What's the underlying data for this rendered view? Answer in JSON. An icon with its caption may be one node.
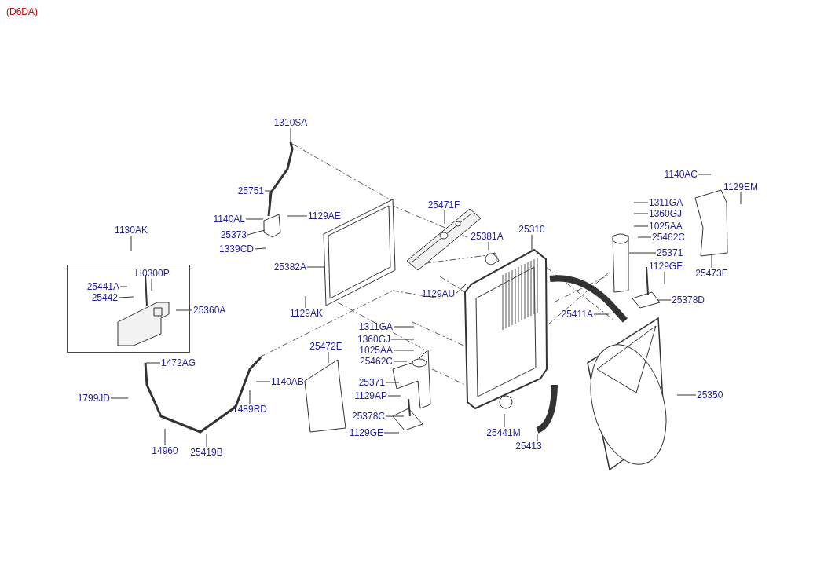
{
  "diagram": {
    "nodes": [
      {
        "text": [
          "1310SA"
        ]
      },
      {
        "text": [
          "1140AC"
        ]
      },
      {
        "text": [
          "25751"
        ]
      },
      {
        "text": [
          "1129EM"
        ]
      },
      {
        "text": [
          "1311GA"
        ]
      },
      {
        "text": [
          "25471F"
        ]
      },
      {
        "text": [
          "1360GJ"
        ]
      },
      {
        "text": [
          "1140AL"
        ]
      },
      {
        "text": [
          "1129AE"
        ]
      },
      {
        "text": [
          "1025AA"
        ]
      },
      {
        "text": [
          "1130AK"
        ]
      },
      {
        "text": [
          "25373"
        ]
      },
      {
        "text": [
          "25310"
        ]
      },
      {
        "text": [
          "25381A"
        ]
      },
      {
        "text": [
          "25462C"
        ]
      },
      {
        "text": [
          "1339CD"
        ]
      },
      {
        "text": [
          "25371"
        ]
      },
      {
        "text": [
          "25382A"
        ]
      },
      {
        "text": [
          "1129GE"
        ]
      },
      {
        "text": [
          "25473E"
        ]
      },
      {
        "text": [],
        "shape": "box"
      },
      {
        "text": [
          "H0300P"
        ],
        "in": 20
      },
      {
        "text": [
          "25441A"
        ],
        "in": 20
      },
      {
        "text": [
          "1129AU"
        ]
      },
      {
        "text": [
          "25442"
        ],
        "in": 20
      },
      {
        "text": [
          "25378D"
        ]
      },
      {
        "text": [
          "25360A"
        ]
      },
      {
        "text": [
          "1129AK"
        ]
      },
      {
        "text": [
          "25411A"
        ]
      },
      {
        "text": [
          "1311GA"
        ]
      },
      {
        "text": [
          "1360GJ"
        ]
      },
      {
        "text": [
          "25472E"
        ]
      },
      {
        "text": [
          "1025AA"
        ]
      },
      {
        "text": [
          "25462C"
        ]
      },
      {
        "text": [
          "1472AG"
        ]
      },
      {
        "text": [
          "1140AB"
        ]
      },
      {
        "text": [
          "25371"
        ]
      },
      {
        "text": [
          "1129AP"
        ]
      },
      {
        "text": [
          "25350"
        ]
      },
      {
        "text": [
          "1799JD"
        ]
      },
      {
        "text": [
          "1489RD"
        ]
      },
      {
        "text": [
          "25378C"
        ]
      },
      {
        "text": [
          "25441M"
        ]
      },
      {
        "text": [
          "1129GE"
        ]
      },
      {
        "text": [
          "25413"
        ]
      },
      {
        "text": [
          "14960"
        ]
      },
      {
        "text": [
          "25419B"
        ]
      }
    ],
    "edges": [
      {
        "from": 0,
        "to": null,
        "arrow": "none"
      },
      {
        "from": 1,
        "to": null,
        "arrow": "none"
      },
      {
        "from": 2,
        "to": null,
        "arrow": "none"
      },
      {
        "from": 3,
        "to": null,
        "arrow": "none"
      },
      {
        "from": 4,
        "to": null,
        "arrow": "none"
      },
      {
        "from": 5,
        "to": null,
        "arrow": "none"
      },
      {
        "from": 6,
        "to": null,
        "arrow": "none"
      },
      {
        "from": 7,
        "to": null,
        "arrow": "none"
      },
      {
        "from": 8,
        "to": null,
        "arrow": "none"
      },
      {
        "from": 9,
        "to": null,
        "arrow": "none"
      },
      {
        "from": 10,
        "to": null,
        "arrow": "none"
      },
      {
        "from": 11,
        "to": null,
        "arrow": "none"
      },
      {
        "from": 12,
        "to": null,
        "arrow": "none"
      },
      {
        "from": 13,
        "to": null,
        "arrow": "none"
      },
      {
        "from": 14,
        "to": null,
        "arrow": "none"
      },
      {
        "from": 15,
        "to": null,
        "arrow": "none"
      },
      {
        "from": 16,
        "to": null,
        "arrow": "none"
      },
      {
        "from": 17,
        "to": null,
        "arrow": "none"
      },
      {
        "from": 18,
        "to": null,
        "arrow": "none"
      },
      {
        "from": 19,
        "to": null,
        "arrow": "none"
      },
      {
        "from": 21,
        "to": null,
        "arrow": "none"
      },
      {
        "from": 22,
        "to": null,
        "arrow": "none"
      },
      {
        "from": 23,
        "to": null,
        "arrow": "none"
      },
      {
        "from": 24,
        "to": null,
        "arrow": "none"
      },
      {
        "from": 25,
        "to": null,
        "arrow": "none"
      },
      {
        "from": 26,
        "to": null,
        "arrow": "none"
      },
      {
        "from": 27,
        "to": null,
        "arrow": "none"
      },
      {
        "from": 28,
        "to": null,
        "arrow": "none"
      },
      {
        "from": 29,
        "to": null,
        "arrow": "none"
      },
      {
        "from": 30,
        "to": null,
        "arrow": "none"
      },
      {
        "from": 31,
        "to": null,
        "arrow": "none"
      },
      {
        "from": 32,
        "to": null,
        "arrow": "none"
      },
      {
        "from": 33,
        "to": null,
        "arrow": "none"
      },
      {
        "from": 34,
        "to": null,
        "arrow": "none"
      },
      {
        "from": 35,
        "to": null,
        "arrow": "none"
      },
      {
        "from": 36,
        "to": null,
        "arrow": "none"
      },
      {
        "from": 37,
        "to": null,
        "arrow": "none"
      },
      {
        "from": 38,
        "to": null,
        "arrow": "none"
      },
      {
        "from": 39,
        "to": null,
        "arrow": "none"
      },
      {
        "from": 40,
        "to": null,
        "arrow": "none"
      },
      {
        "from": 41,
        "to": null,
        "arrow": "none"
      },
      {
        "from": 42,
        "to": null,
        "arrow": "none"
      },
      {
        "from": 43,
        "to": null,
        "arrow": "none"
      },
      {
        "from": 44,
        "to": null,
        "arrow": "none"
      },
      {
        "from": 45,
        "to": null,
        "arrow": "none"
      },
      {
        "from": 46,
        "to": null,
        "arrow": "none"
      }
    ],
    "labels": [
      "(D6DA)"
    ]
  }
}
